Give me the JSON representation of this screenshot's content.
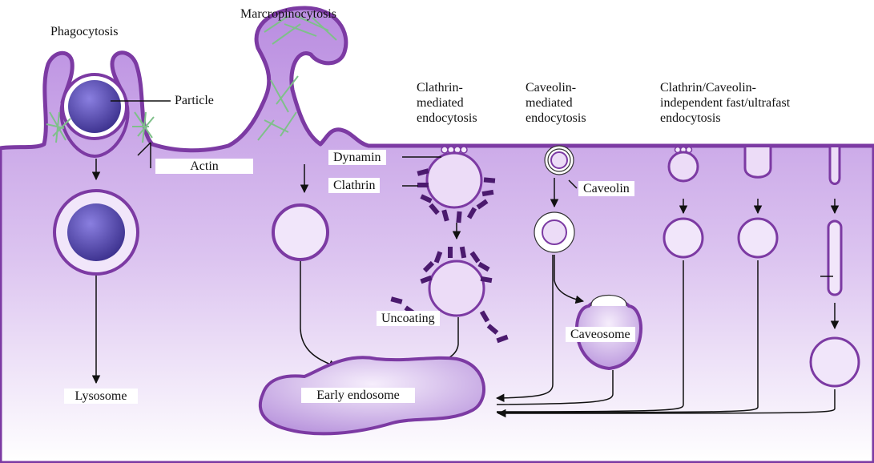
{
  "colors": {
    "membrane": "#7c3aa3",
    "cytoplasm_top": "#b98ce0",
    "cytoplasm_bottom": "#ffffff",
    "vesicle_fill": "#f1e6fa",
    "particle": "#4a3fa0",
    "actin": "#7fc08a",
    "clathrin": "#4b1a6e"
  },
  "labels": {
    "phagocytosis": "Phagocytosis",
    "macropinocytosis": "Marcropinocytosis",
    "clathrin_mediated": "Clathrin-\nmediated\nendocytosis",
    "caveolin_mediated": "Caveolin-\nmediated\nendocytosis",
    "independent": "Clathrin/Caveolin-\nindependent fast/ultrafast\nendocytosis",
    "particle": "Particle",
    "actin": "Actin",
    "dynamin": "Dynamin",
    "clathrin": "Clathrin",
    "caveolin": "Caveolin",
    "uncoating": "Uncoating",
    "caveosome": "Caveosome",
    "lysosome": "Lysosome",
    "early_endosome": "Early endosome"
  }
}
